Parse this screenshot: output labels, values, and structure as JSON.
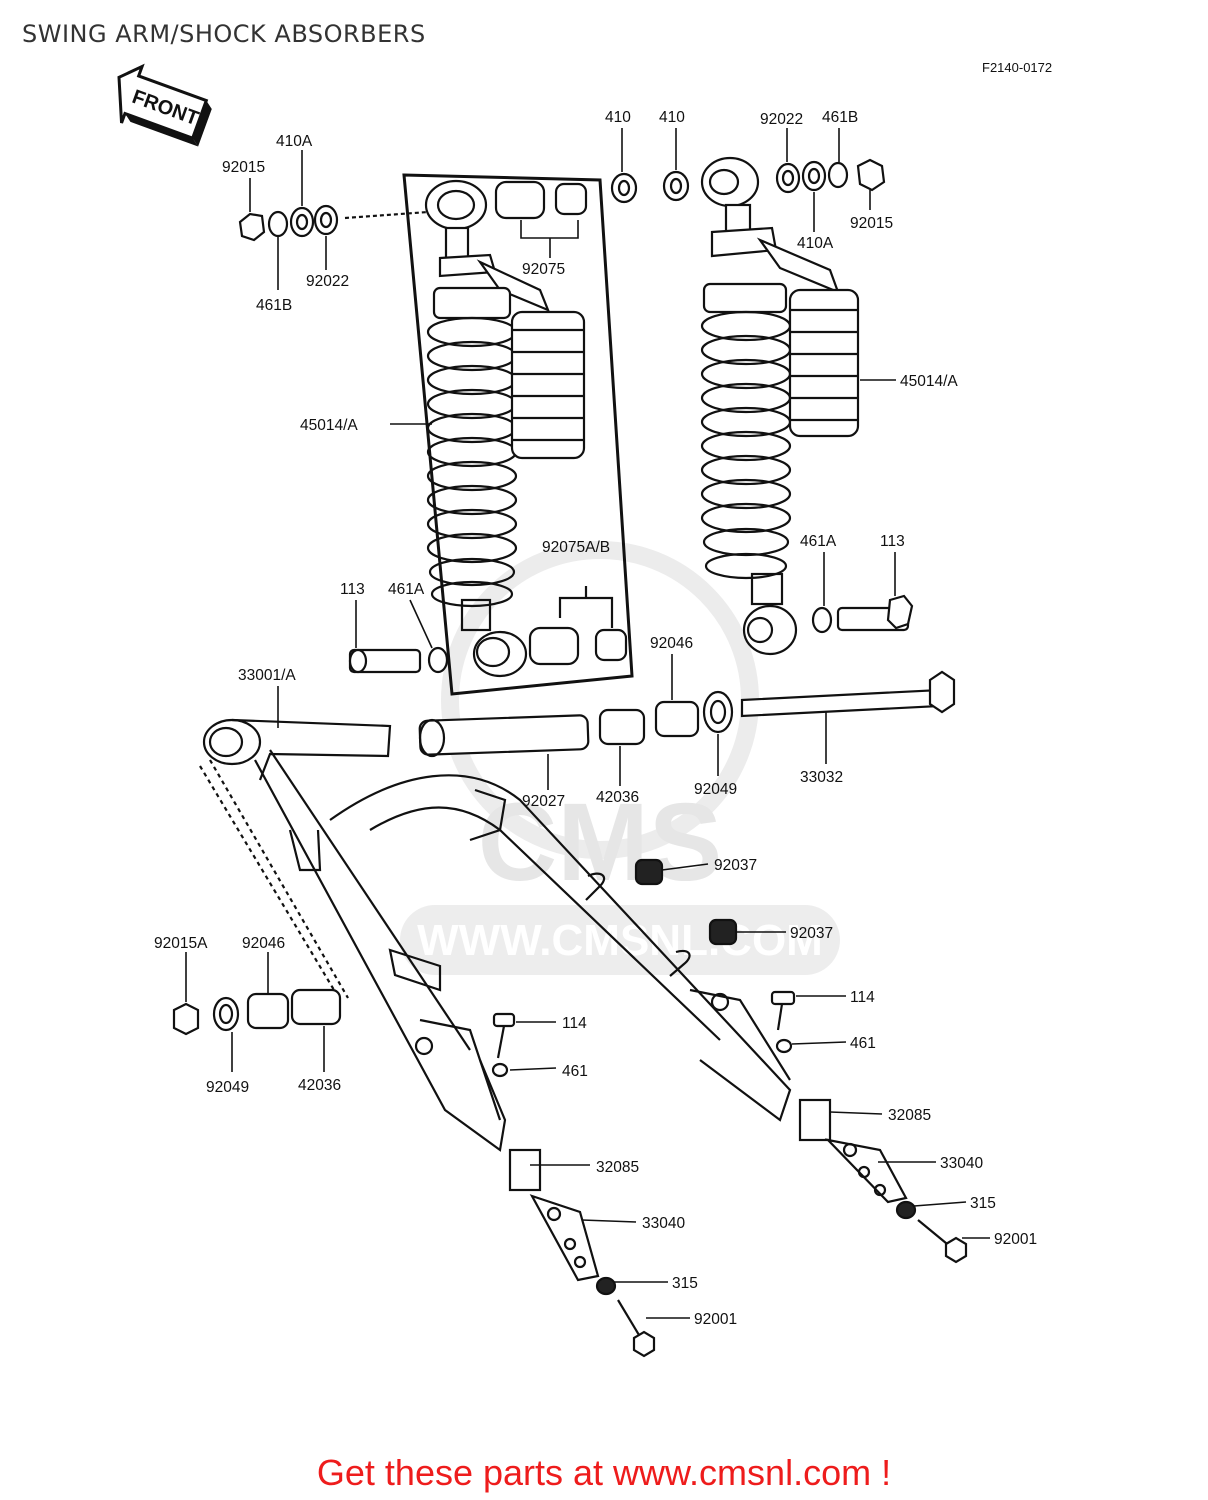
{
  "title": "SWING ARM/SHOCK ABSORBERS",
  "figure_code": "F2140-0172",
  "front_arrow": "FRONT",
  "watermark": {
    "logo_text": "CMS",
    "url_text": "WWW.CMSNL.COM"
  },
  "callout": "Get these parts at www.cmsnl.com !",
  "labels": {
    "l410_a": "410",
    "l410_b": "410",
    "l92022_r": "92022",
    "l461b_r": "461B",
    "l92015_l": "92015",
    "l410a_l": "410A",
    "l461b_l": "461B",
    "l92022_l": "92022",
    "l92075": "92075",
    "l410a_r": "410A",
    "l92015_r": "92015",
    "l45014_l": "45014/A",
    "l45014_r": "45014/A",
    "l92075ab": "92075A/B",
    "l461a_r": "461A",
    "l113_r": "113",
    "l113_l": "113",
    "l461a_l": "461A",
    "l92046_t": "92046",
    "l33001": "33001/A",
    "l92027": "92027",
    "l42036_t": "42036",
    "l92049_t": "92049",
    "l33032": "33032",
    "l92037_a": "92037",
    "l92037_b": "92037",
    "l92015a": "92015A",
    "l92046_b": "92046",
    "l92049_b": "92049",
    "l42036_b": "42036",
    "l114_l": "114",
    "l461_l": "461",
    "l114_r": "114",
    "l461_r": "461",
    "l32085_l": "32085",
    "l32085_r": "32085",
    "l33040_l": "33040",
    "l33040_r": "33040",
    "l315_l": "315",
    "l315_r": "315",
    "l92001_l": "92001",
    "l92001_r": "92001"
  }
}
